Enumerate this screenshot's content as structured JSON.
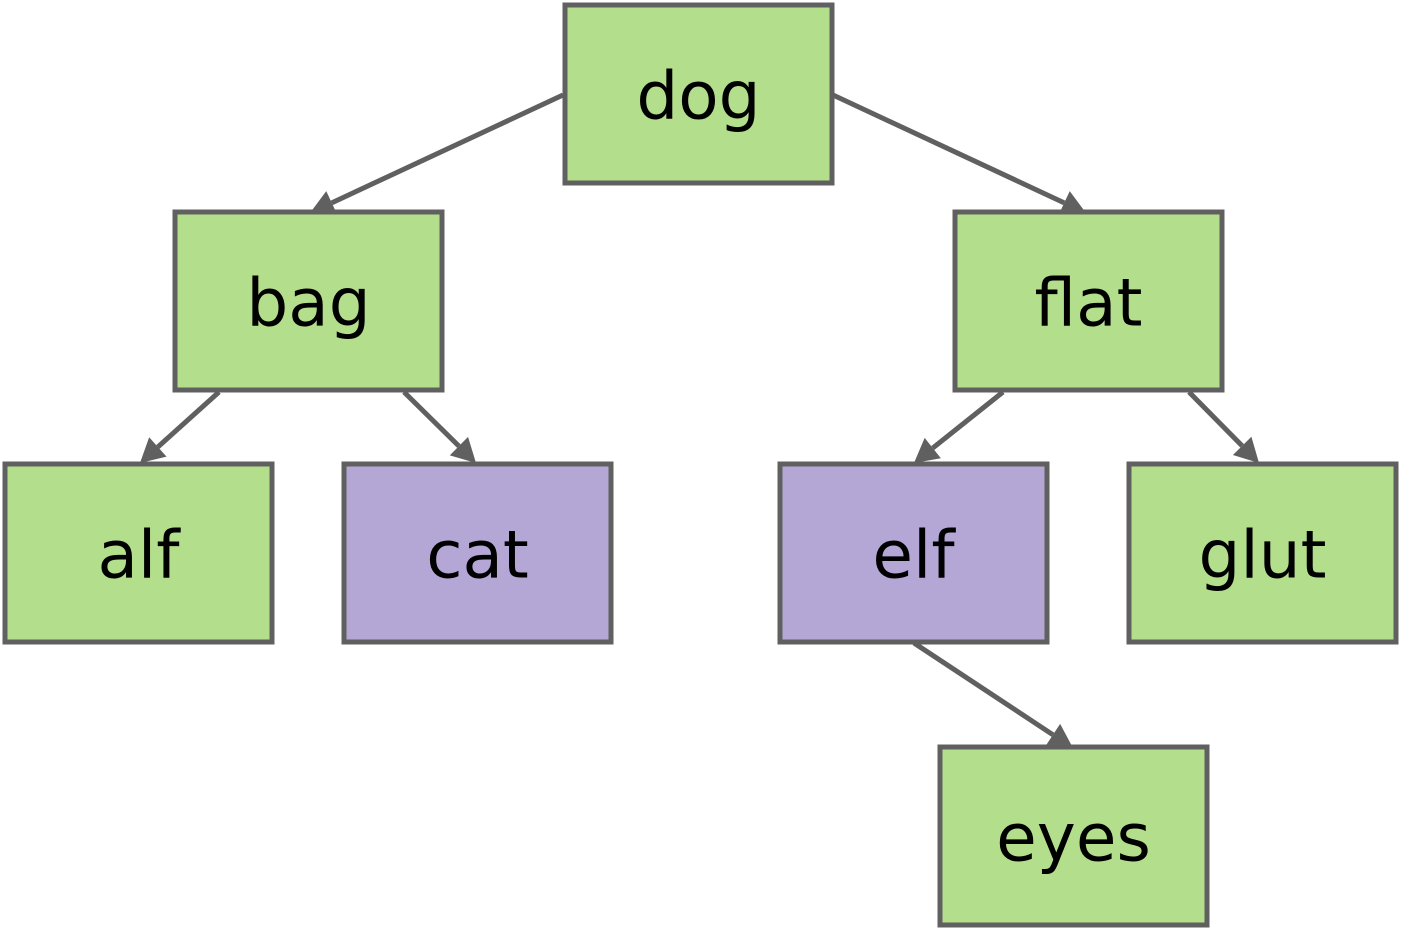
{
  "colors": {
    "green_node": "#b3de8c",
    "purple_node": "#b4a7d6",
    "edge": "#606060",
    "text": "#000000"
  },
  "nodes": [
    {
      "id": "dog",
      "label": "dog",
      "color": "green",
      "parent": null
    },
    {
      "id": "bag",
      "label": "bag",
      "color": "green",
      "parent": "dog"
    },
    {
      "id": "flat",
      "label": "flat",
      "color": "green",
      "parent": "dog"
    },
    {
      "id": "alf",
      "label": "alf",
      "color": "green",
      "parent": "bag"
    },
    {
      "id": "cat",
      "label": "cat",
      "color": "purple",
      "parent": "bag"
    },
    {
      "id": "elf",
      "label": "elf",
      "color": "purple",
      "parent": "flat"
    },
    {
      "id": "glut",
      "label": "glut",
      "color": "green",
      "parent": "flat"
    },
    {
      "id": "eyes",
      "label": "eyes",
      "color": "green",
      "parent": "elf"
    }
  ]
}
